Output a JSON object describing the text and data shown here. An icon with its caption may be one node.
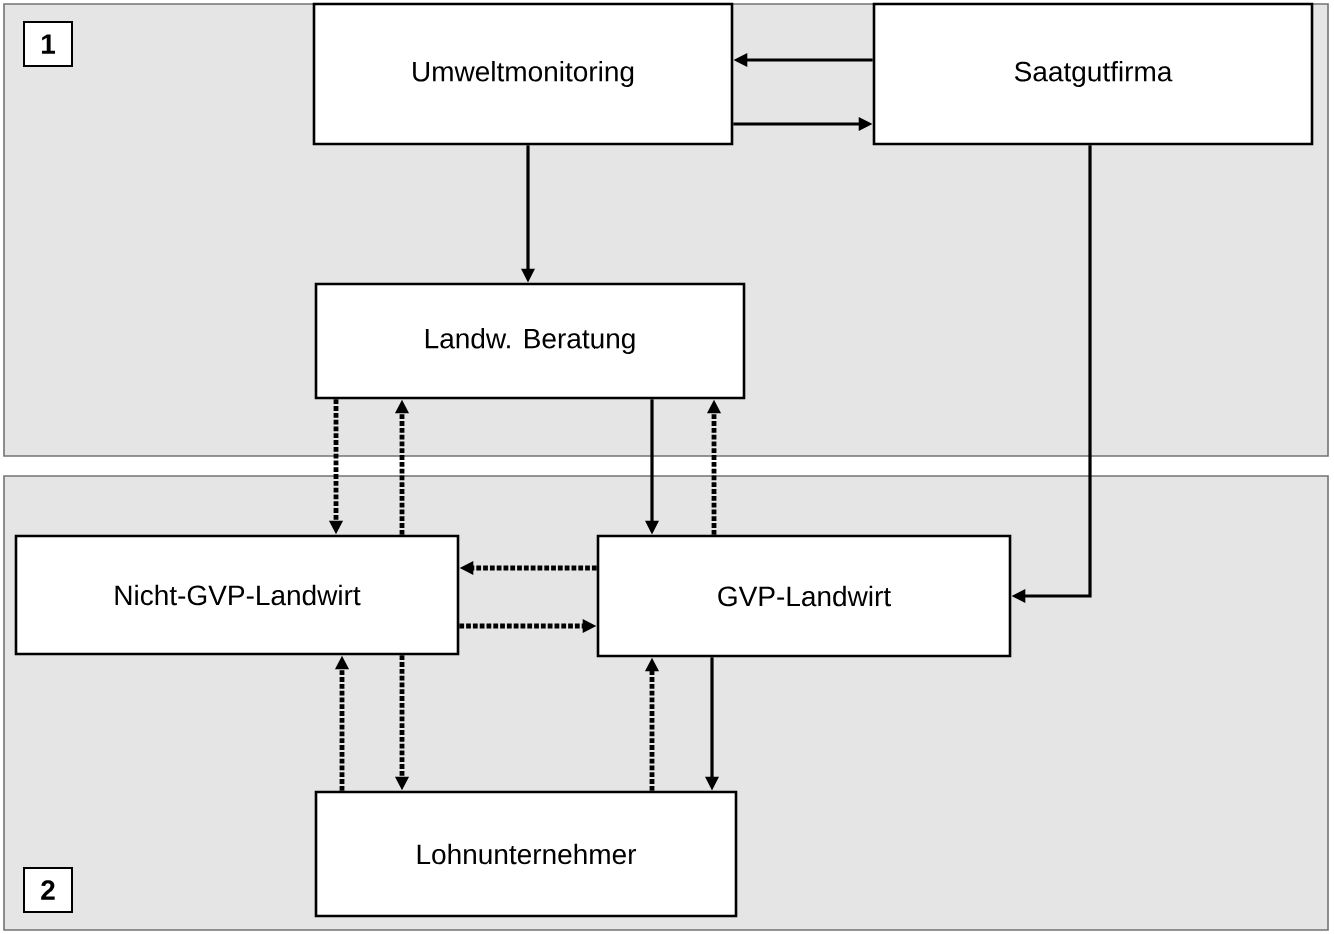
{
  "diagram": {
    "nodes": [
      {
        "text": [
          "1"
        ]
      },
      {
        "text": [
          "Umweltmonitoring"
        ],
        "in": 0
      },
      {
        "text": [
          "Saatgutfirma"
        ],
        "in": 0
      },
      {
        "text": [
          "Landw. Beratung"
        ],
        "in": 0
      },
      {
        "text": [
          "2"
        ]
      },
      {
        "text": [
          "Nicht-GVP-Landwirt"
        ],
        "in": 4
      },
      {
        "text": [
          "GVP-Landwirt"
        ],
        "in": 4
      },
      {
        "text": [
          "Lohnunternehmer"
        ],
        "in": 4
      }
    ],
    "edges": [
      {
        "from": 2,
        "to": 1,
        "arrow": "to"
      },
      {
        "from": 1,
        "to": 2,
        "arrow": "to"
      },
      {
        "from": 1,
        "to": 3,
        "arrow": "to"
      },
      {
        "from": 2,
        "to": 6,
        "arrow": "to"
      },
      {
        "from": 3,
        "to": 6,
        "arrow": "to"
      },
      {
        "from": 6,
        "to": 3,
        "arrow": "to",
        "style": "dashed"
      },
      {
        "from": 3,
        "to": 5,
        "arrow": "to",
        "style": "dashed"
      },
      {
        "from": 5,
        "to": 3,
        "arrow": "to",
        "style": "dashed"
      },
      {
        "from": 6,
        "to": 5,
        "arrow": "to",
        "style": "dashed"
      },
      {
        "from": 5,
        "to": 6,
        "arrow": "to",
        "style": "dashed"
      },
      {
        "from": 7,
        "to": 5,
        "arrow": "to",
        "style": "dashed"
      },
      {
        "from": 5,
        "to": 7,
        "arrow": "to",
        "style": "dashed"
      },
      {
        "from": 7,
        "to": 6,
        "arrow": "to",
        "style": "dashed"
      },
      {
        "from": 6,
        "to": 7,
        "arrow": "to"
      }
    ]
  }
}
